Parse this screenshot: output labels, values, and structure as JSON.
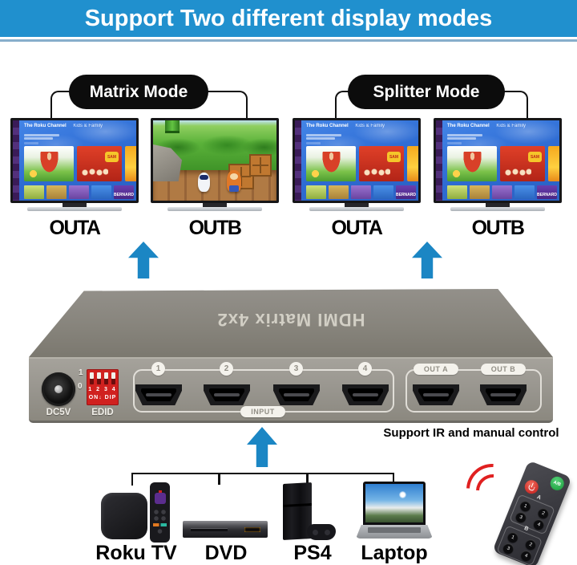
{
  "banner": {
    "title": "Support Two different display modes"
  },
  "modes": [
    {
      "label": "Matrix Mode"
    },
    {
      "label": "Splitter Mode"
    }
  ],
  "outputs": {
    "matrix": [
      {
        "label": "OUTA"
      },
      {
        "label": "OUTB"
      }
    ],
    "splitter": [
      {
        "label": "OUTA"
      },
      {
        "label": "OUTB"
      }
    ]
  },
  "tv_screen": {
    "channel": "The Roku Channel",
    "category": "Kids & Family",
    "badge_sam": "SAM",
    "badge_bernard": "BERNARD"
  },
  "device": {
    "top_label": "HDMI Matrix 4x2",
    "power_label": "DC5V",
    "edid_label": "EDID",
    "dip": {
      "one": "1",
      "zero": "0",
      "numbers": "1 2 3 4",
      "on_dip": "ON↓ DIP"
    },
    "input_ports": [
      "1",
      "2",
      "3",
      "4"
    ],
    "input_label": "INPUT",
    "out_ports": [
      "OUT A",
      "OUT B"
    ]
  },
  "ir_note": "Support IR and manual control",
  "sources": [
    {
      "label": "Roku TV"
    },
    {
      "label": "DVD"
    },
    {
      "label": "PS4"
    },
    {
      "label": "Laptop"
    }
  ],
  "remote": {
    "ab_label": "A/B",
    "group_a": "A",
    "group_b": "B",
    "buttons": [
      "1",
      "2",
      "3",
      "4"
    ]
  },
  "colors": {
    "banner_bg": "#2090ce",
    "arrow_blue": "#1b86c4",
    "dip_red": "#d0211f",
    "ir_red": "#e02020"
  }
}
